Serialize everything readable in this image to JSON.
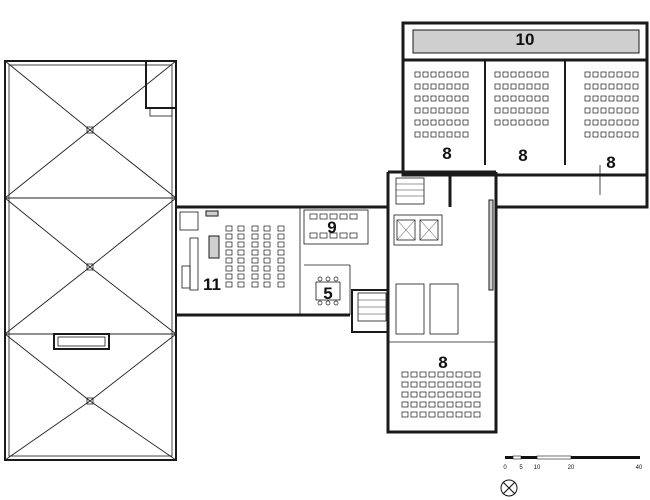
{
  "rooms": [
    {
      "id": "room-10",
      "label": "10"
    },
    {
      "id": "room-8a",
      "label": "8"
    },
    {
      "id": "room-8b",
      "label": "8"
    },
    {
      "id": "room-8c",
      "label": "8"
    },
    {
      "id": "room-8d",
      "label": "8"
    },
    {
      "id": "room-9",
      "label": "9"
    },
    {
      "id": "room-11",
      "label": "11"
    },
    {
      "id": "room-5",
      "label": "5"
    }
  ],
  "scale_bar": {
    "ticks": [
      "0",
      "5",
      "10",
      "20",
      "40"
    ]
  },
  "icons": {
    "north": "north-arrow-icon"
  }
}
